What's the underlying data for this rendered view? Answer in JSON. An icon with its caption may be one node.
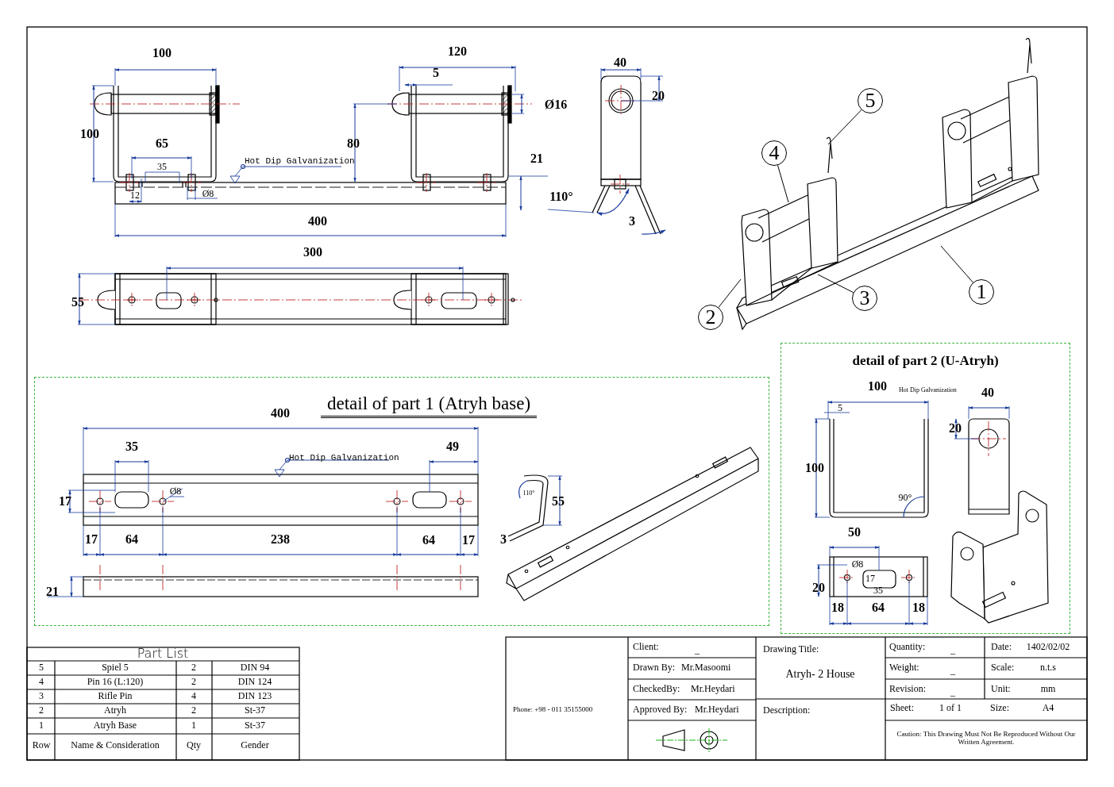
{
  "diagram": {
    "nodes": [
      {
        "text": [
          "detail of part 1 (Atryh base)"
        ]
      },
      {
        "text": [
          "detail of part 2 (U-Atryh)"
        ]
      },
      {
        "text": [
          "5"
        ]
      },
      {
        "text": [
          "4"
        ]
      },
      {
        "text": [
          "1"
        ]
      },
      {
        "text": [
          "3"
        ]
      },
      {
        "text": [
          "2"
        ]
      }
    ],
    "edges": [
      {
        "from": 2,
        "to": null,
        "arrow": "none"
      },
      {
        "from": 3,
        "to": null,
        "arrow": "none"
      },
      {
        "from": 4,
        "to": null,
        "arrow": "none"
      },
      {
        "from": 5,
        "to": null,
        "arrow": "none"
      },
      {
        "from": 6,
        "to": null,
        "arrow": "none"
      }
    ],
    "labels": [
      "100",
      "100",
      "65",
      "35",
      "Hot Dip Galvanization",
      "12",
      "Ø8",
      "400",
      "120",
      "5",
      "80",
      "Ø16",
      "21",
      "110°",
      "40",
      "20",
      "3",
      "300",
      "55",
      "400",
      "35",
      "Hot Dip Galvanization",
      "49",
      "17",
      "Ø8",
      "17",
      "64",
      "238",
      "64",
      "17",
      "21",
      "55",
      "110°",
      "3",
      "100",
      "Hot Dip Galvanization",
      "40",
      "5",
      "20",
      "100",
      "90°",
      "50",
      "Ø8",
      "17",
      "20",
      "35",
      "18",
      "64",
      "18",
      "Part List",
      "5",
      "Spiel 5",
      "2",
      "DIN 94",
      "4",
      "Pin 16 (L:120)",
      "2",
      "DIN 124",
      "3",
      "Rifle Pin",
      "4",
      "DIN 123",
      "2",
      "Atryh",
      "2",
      "St-37",
      "1",
      "Atryh Base",
      "1",
      "St-37",
      "Row",
      "Name & Consideration",
      "Qty",
      "Gender",
      "Phone: +98 - 011 35155000",
      "Client:",
      "_",
      "Drawn By:",
      "Mr.Masoomi",
      "CheckedBy:",
      "Mr.Heydari",
      "Approved By:",
      "Mr.Heydari",
      "Drawing Title:",
      "Atryh- 2 House",
      "Description:",
      "Quantity:",
      "_",
      "Date:",
      "1402/02/02",
      "Weight:",
      "_",
      "Scale:",
      "n.t.s",
      "Revision:",
      "_",
      "Unit:",
      "mm",
      "Sheet:",
      "1 of 1",
      "Size:",
      "A4",
      "Caution: This Drawing Must Not Be Reproduced Without Our Written Agreement."
    ]
  }
}
